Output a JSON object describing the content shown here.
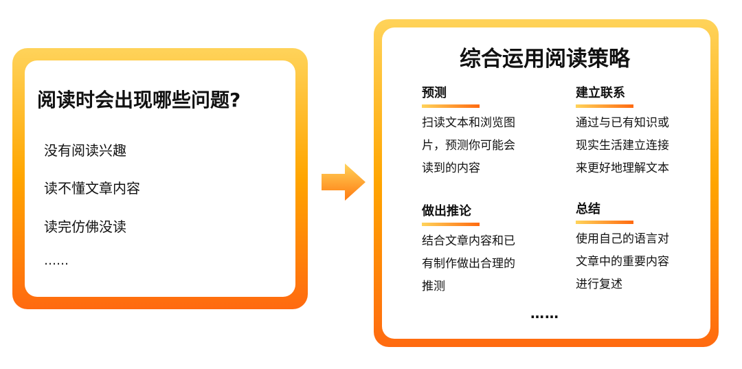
{
  "left_panel": {
    "title": "阅读时会出现哪些问题?",
    "items": [
      "没有阅读兴趣",
      "读不懂文章内容",
      "读完仿佛没读",
      "……"
    ]
  },
  "right_panel": {
    "title": "综合运用阅读策略",
    "sections": [
      {
        "heading": "预测",
        "lines": [
          "扫读文本和浏览图",
          "片，预测你可能会",
          "读到的内容"
        ]
      },
      {
        "heading": "建立联系",
        "lines": [
          "通过与已有知识或",
          "现实生活建立连接",
          "来更好地理解文本"
        ]
      },
      {
        "heading": "做出推论",
        "lines": [
          "结合文章内容和已",
          "有制作做出合理的",
          "推测"
        ]
      },
      {
        "heading": "总结",
        "lines": [
          "使用自己的语言对",
          "文章中的重要内容",
          "进行复述"
        ]
      }
    ],
    "ellipsis": "……"
  },
  "colors": {
    "gradient_top": "#ffd35a",
    "gradient_mid": "#ffa500",
    "gradient_bottom": "#ff6a10"
  }
}
